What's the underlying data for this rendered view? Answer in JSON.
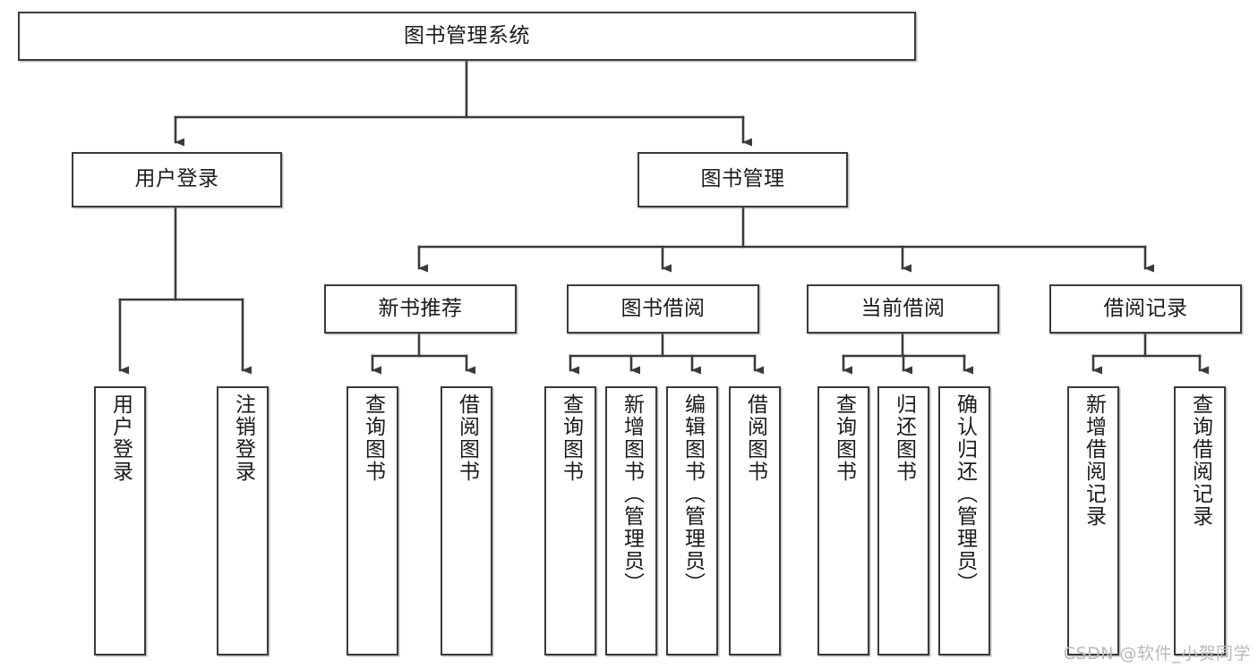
{
  "diagram": {
    "type": "tree",
    "title": "图书管理系统",
    "watermark": "CSDN @软件_小贺同学",
    "colors": {
      "box_border": "#3a3a3a",
      "box_fill": "#ffffff",
      "connector": "#3a3a3a",
      "text": "#1b1b1b",
      "watermark": "#b9b9b9"
    },
    "levels": {
      "level0": {
        "label": "图书管理系统"
      },
      "level1": [
        {
          "label": "用户登录"
        },
        {
          "label": "图书管理"
        }
      ],
      "level2": [
        {
          "label": "新书推荐"
        },
        {
          "label": "图书借阅"
        },
        {
          "label": "当前借阅"
        },
        {
          "label": "借阅记录"
        }
      ]
    },
    "leaves": {
      "user_login": [
        {
          "label": "用户登录"
        },
        {
          "label": "注销登录"
        }
      ],
      "new_book_recommend": [
        {
          "label": "查询图书"
        },
        {
          "label": "借阅图书"
        }
      ],
      "book_borrow": [
        {
          "label": "查询图书"
        },
        {
          "label": "新增图书（管理员）"
        },
        {
          "label": "编辑图书（管理员）"
        },
        {
          "label": "借阅图书"
        }
      ],
      "current_borrow": [
        {
          "label": "查询图书"
        },
        {
          "label": "归还图书"
        },
        {
          "label": "确认归还（管理员）"
        }
      ],
      "borrow_record": [
        {
          "label": "新增借阅记录"
        },
        {
          "label": "查询借阅记录"
        }
      ]
    }
  }
}
